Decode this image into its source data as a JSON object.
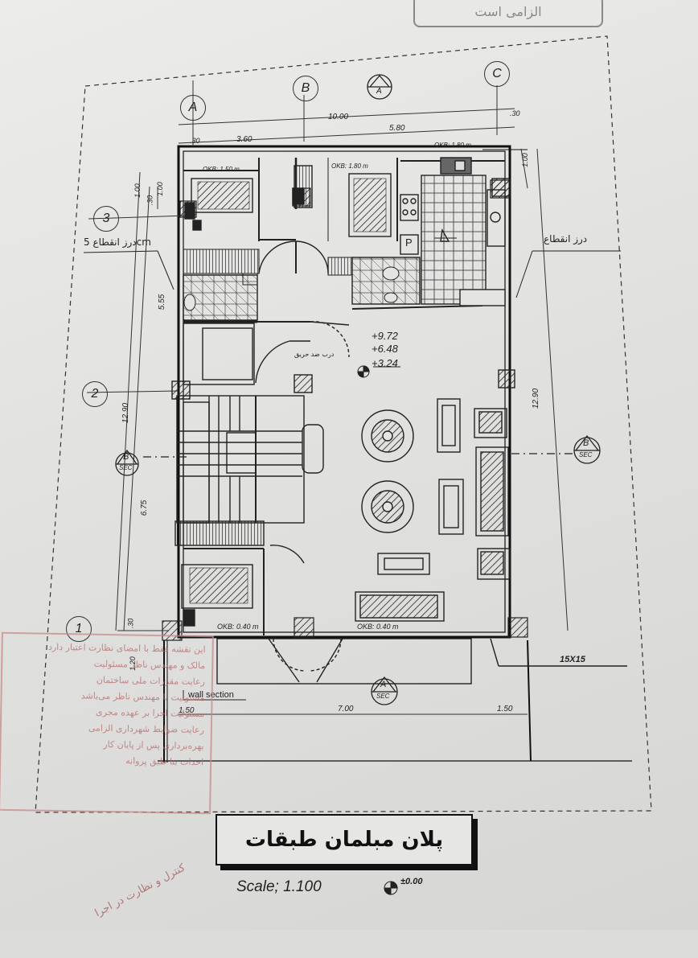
{
  "top_note": "الزامی است",
  "grid": {
    "cols": [
      "A",
      "B",
      "C"
    ],
    "rows": [
      "3",
      "2",
      "1"
    ],
    "sec_a": "SEC\nA",
    "sec_b": "SEC"
  },
  "dims": {
    "top_total": "10.00",
    "top_left_offset": ".30",
    "top_right_offset": ".30",
    "top_a_b": "3.60",
    "top_b_c": "5.80",
    "left_top_100": "1.00",
    "left_top_30": ".30",
    "left_555": "5.55",
    "left_1290": "12.90",
    "left_675": "6.75",
    "left_bot_30": ".30",
    "left_120": "1.20",
    "right_100": "1.00",
    "right_1290": "12.90",
    "bottom_left": "1.50",
    "bottom_mid": "7.00",
    "bottom_right": "1.50"
  },
  "windows": {
    "okb_left": "OKB: 1.50 m",
    "okb_mid": "OKB: 1.80 m",
    "okb_right": "OKB: 1.80 m",
    "okb_bot_left": "OKB: 0.40 m",
    "okb_bot_right": "OKB: 0.40 m"
  },
  "labels": {
    "expansion_left": "درز انقطاع 5cm",
    "expansion_right": "درز انقطاع",
    "level_1": "+9.72",
    "level_2": "+6.48",
    "level_3": "+3.24",
    "stair_note": "درب ضد حریق",
    "kitchen_p": "P",
    "column_size": "15X15",
    "wall_section": "wall section",
    "sec_b_left": "B",
    "sec_b_right": "B",
    "sec_a_bottom": "A"
  },
  "stamp_lines": [
    "این نقشه فقط با امضای نظارت اعتبار دارد",
    "مالک و مهندس ناظر مسئولیت",
    "رعایت مقررات ملی ساختمان",
    "مسئولیت با مهندس ناظر می‌باشد",
    "مسئولیت اجرا بر عهده مجری",
    "رعایت ضوابط شهرداری الزامی",
    "بهره‌برداری پس از پایان کار",
    "احداث بنا طبق پروانه"
  ],
  "title": "پلان مبلمان طبقات",
  "scale_text": "Scale; 1.100",
  "datum": "±0.00",
  "hand_note": "کنترل و نظارت در اجرا"
}
